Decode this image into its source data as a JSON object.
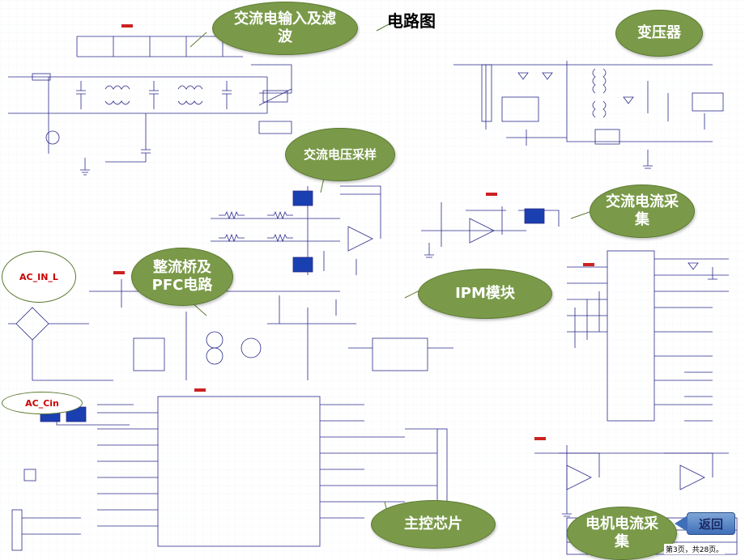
{
  "title": "电路图",
  "callouts": {
    "ac_input_filter": "交流电输入及滤波",
    "transformer": "变压器",
    "ac_voltage_sampling": "交流电压采样",
    "ac_current_sampling": "交流电流采集",
    "rectifier_pfc": "整流桥及PFC电路",
    "ipm_module": "IPM模块",
    "main_chip": "主控芯片",
    "motor_current_sampling": "电机电流采集"
  },
  "net_labels": {
    "ac_in_l": "AC_IN_L",
    "ac_cin": "AC_Cin"
  },
  "back_button": "返回",
  "page_indicator": "第3页，共28页。"
}
